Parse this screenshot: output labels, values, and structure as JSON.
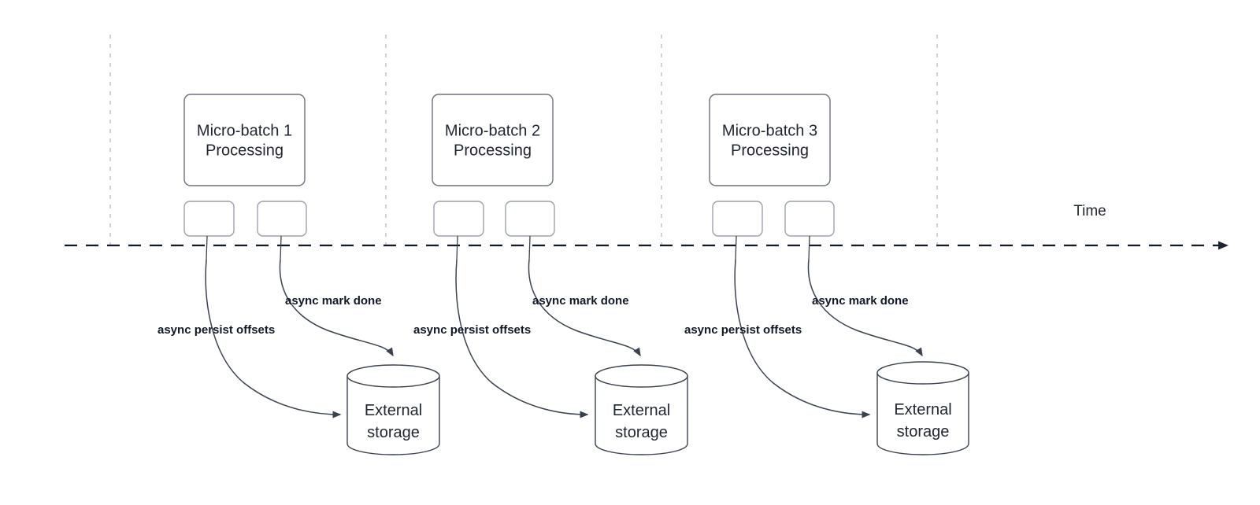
{
  "diagram": {
    "title": "Micro-batch async offset persistence timeline",
    "axis": {
      "time_label": "Time",
      "arrow_icon": "arrow-right-icon"
    },
    "colors": {
      "background": "#ffffff",
      "node_stroke": "#6b7280",
      "small_node_stroke": "#9aa1ad",
      "cylinder_stroke": "#3a4250",
      "timeline_stroke": "#111827",
      "gridline_stroke": "#c3c7ce",
      "text": "#1f2430",
      "edge_label_text": "#111827"
    },
    "groups": [
      {
        "id": "group-1",
        "batch_title_line1": "Micro-batch 1",
        "batch_title_line2": "Processing",
        "task_boxes": [
          "",
          ""
        ],
        "edge_labels": {
          "persist": "async persist offsets",
          "mark_done": "async mark done"
        },
        "storage": {
          "line1": "External",
          "line2": "storage"
        }
      },
      {
        "id": "group-2",
        "batch_title_line1": "Micro-batch 2",
        "batch_title_line2": "Processing",
        "task_boxes": [
          "",
          ""
        ],
        "edge_labels": {
          "persist": "async persist offsets",
          "mark_done": "async mark done"
        },
        "storage": {
          "line1": "External",
          "line2": "storage"
        }
      },
      {
        "id": "group-3",
        "batch_title_line1": "Micro-batch 3",
        "batch_title_line2": "Processing",
        "task_boxes": [
          "",
          ""
        ],
        "edge_labels": {
          "persist": "async persist offsets",
          "mark_done": "async mark done"
        },
        "storage": {
          "line1": "External",
          "line2": "storage"
        }
      }
    ]
  }
}
